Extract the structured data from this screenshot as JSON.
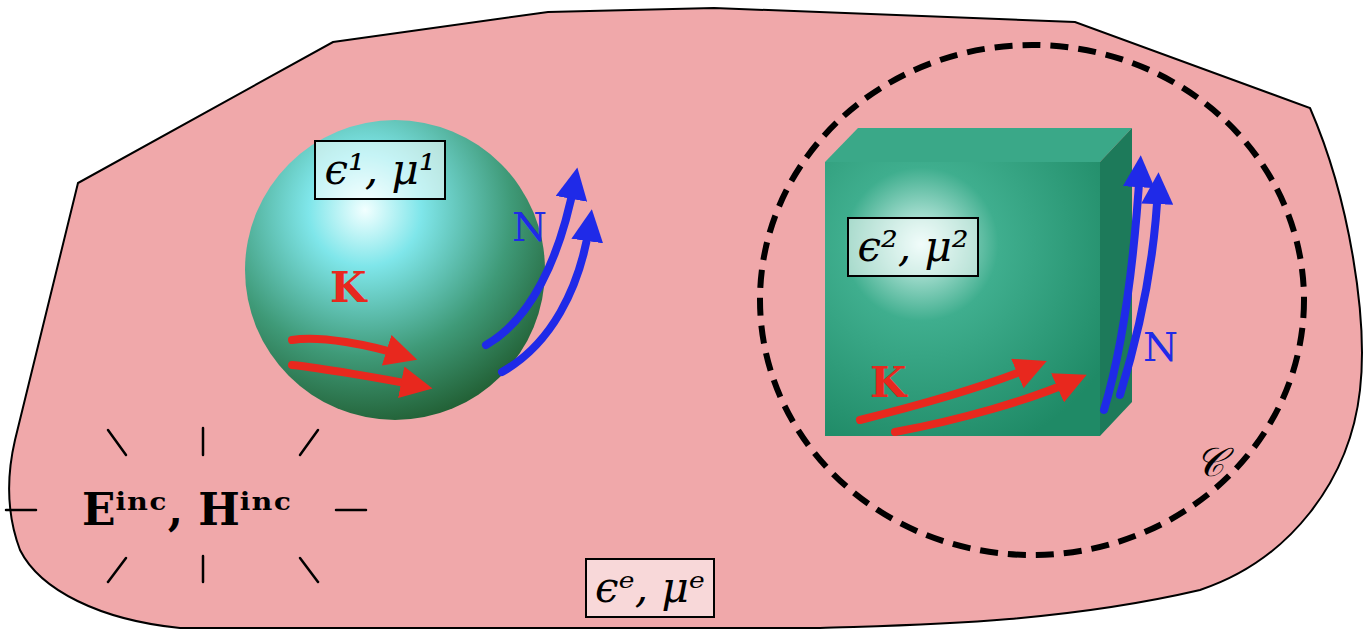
{
  "diagram": {
    "nodes": [
      {
        "text": [
          "ϵ¹, μ¹"
        ]
      },
      {
        "text": [
          "ϵ², μ²"
        ]
      },
      {
        "text": [
          "ϵᵉ, μᵉ"
        ]
      }
    ],
    "labels": [
      "K",
      "N",
      "K",
      "N",
      "𝒞",
      "Eⁱⁿᶜ, Hⁱⁿᶜ"
    ]
  }
}
